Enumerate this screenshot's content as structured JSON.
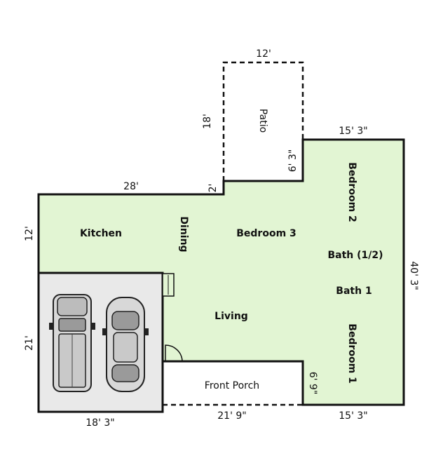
{
  "colors": {
    "floor": "#e2f5d3",
    "garage": "#e9e9e9",
    "wall": "#111111",
    "background": "#ffffff"
  },
  "rooms": {
    "kitchen": "Kitchen",
    "dining": "Dining",
    "bedroom3": "Bedroom 3",
    "bedroom2": "Bedroom 2",
    "bath_half": "Bath (1/2)",
    "bath1": "Bath 1",
    "bedroom1": "Bedroom 1",
    "living": "Living",
    "patio": "Patio",
    "front_porch": "Front Porch"
  },
  "dimensions": {
    "patio_width": "12'",
    "patio_depth": "18'",
    "patio_offset": "6' 3\"",
    "main_top": "28'",
    "step_top": "2'",
    "wing_top": "15' 3\"",
    "kitchen_side": "12'",
    "overall_depth": "40' 3\"",
    "garage_side": "21'",
    "garage_width": "18' 3\"",
    "porch_width": "21' 9\"",
    "porch_depth": "6' 9\"",
    "wing_bottom": "15' 3\""
  },
  "icons": {
    "vehicles": [
      "pickup-truck-icon",
      "car-icon"
    ]
  }
}
